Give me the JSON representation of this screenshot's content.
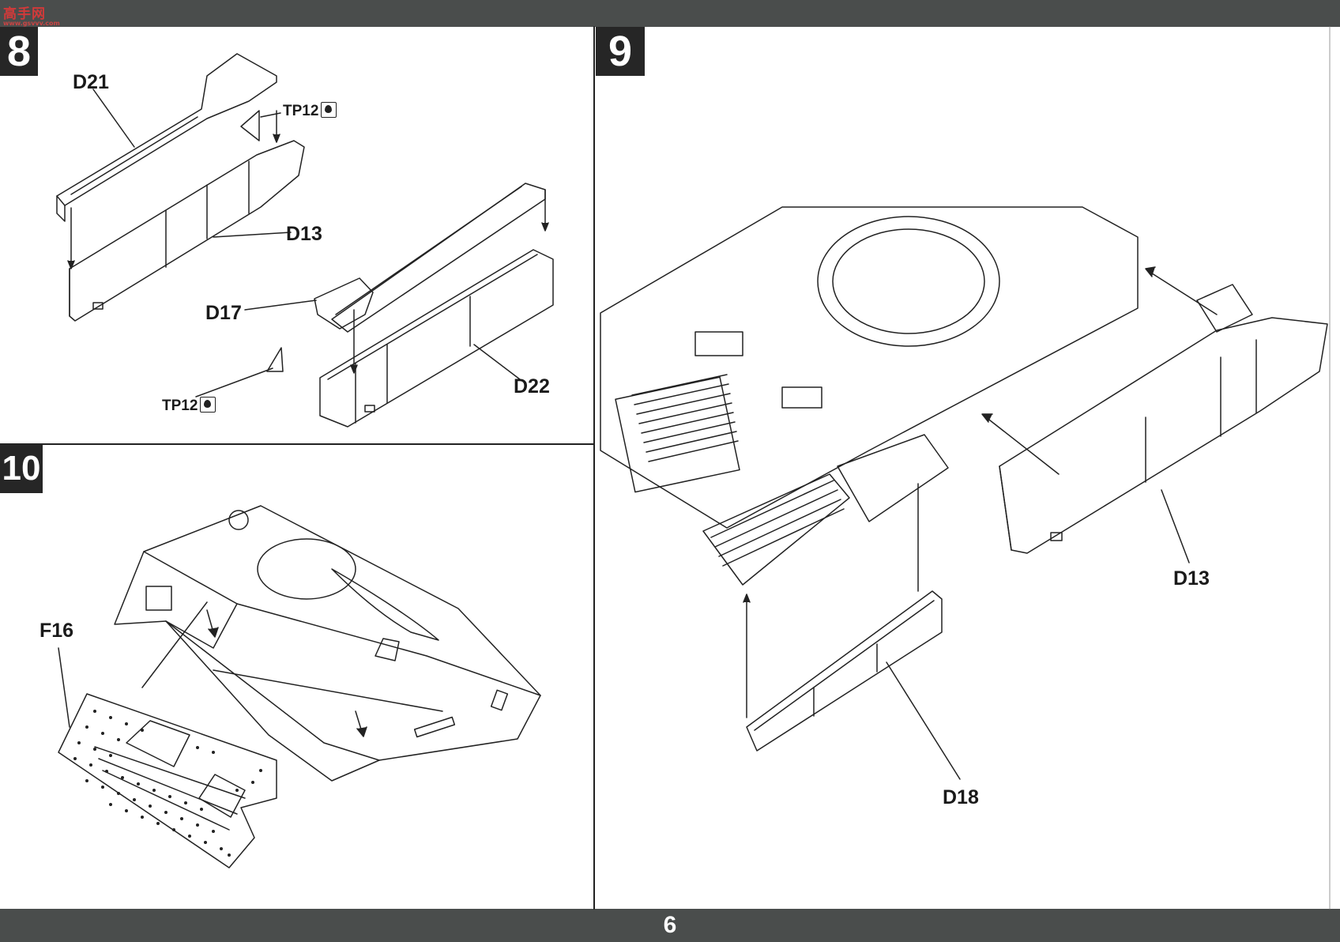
{
  "header": {
    "watermark_text": "高手网",
    "watermark_sub": "www.gsvvv.com"
  },
  "page_number": "6",
  "steps": {
    "step8": {
      "number": "8",
      "parts": {
        "d21": "D21",
        "tp12_top": "TP12",
        "d13": "D13",
        "d17": "D17",
        "tp12_bottom": "TP12",
        "d22": "D22"
      }
    },
    "step9": {
      "number": "9",
      "parts": {
        "d13": "D13",
        "d18": "D18"
      }
    },
    "step10": {
      "number": "10",
      "parts": {
        "f16": "F16"
      }
    }
  },
  "icons": [
    "glue-icon",
    "arrow-icon"
  ],
  "colors": {
    "band": "#4a4d4c",
    "badge": "#262626",
    "line": "#222222"
  }
}
